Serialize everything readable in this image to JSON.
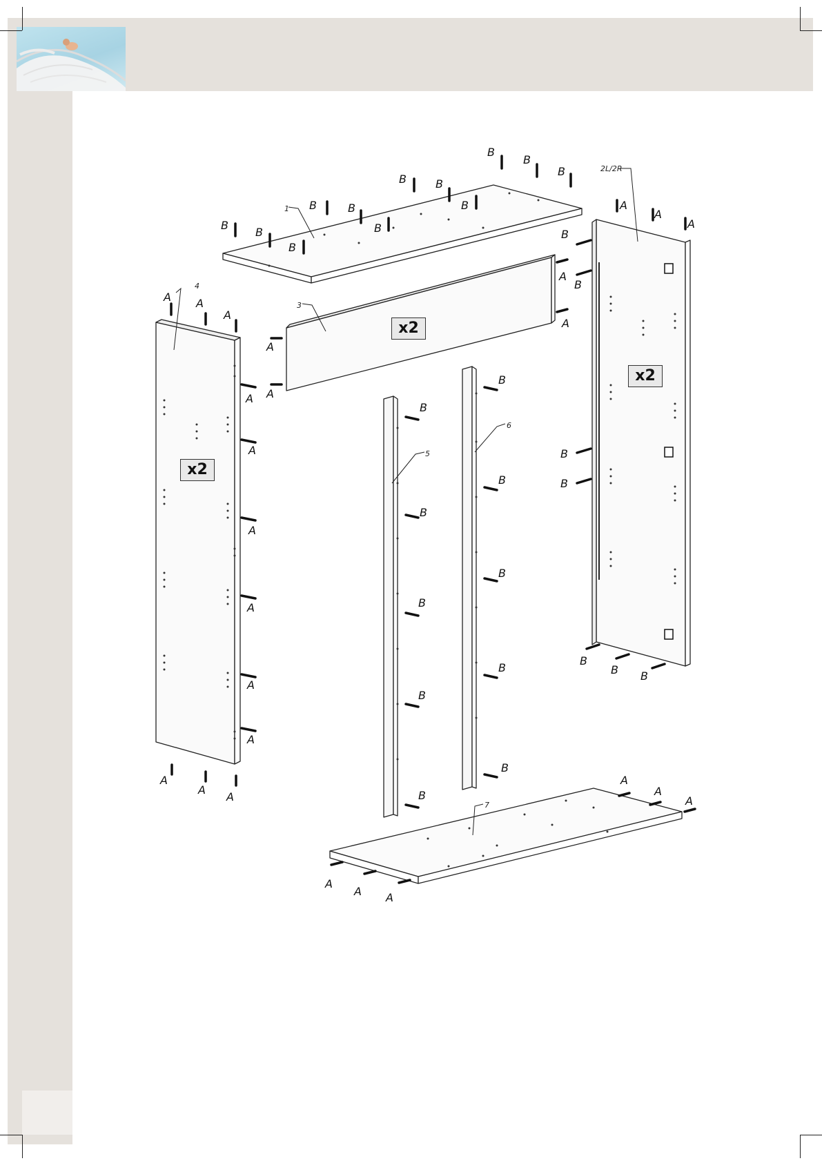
{
  "quantity_badge": "x2",
  "parts": {
    "top_panel": "1",
    "side_panel_labeled": "2L/2R",
    "back_rail": "3",
    "side_panel": "4",
    "divider_5": "5",
    "divider_6": "6",
    "bottom_panel": "7"
  },
  "fastener_letters": {
    "a": "A",
    "b": "B"
  }
}
